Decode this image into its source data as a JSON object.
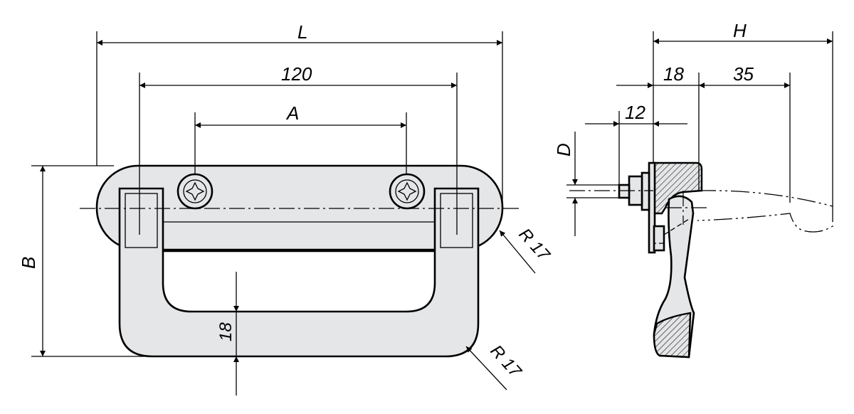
{
  "front_view": {
    "dim_L": "L",
    "dim_120": "120",
    "dim_A": "A",
    "dim_B": "B",
    "dim_18": "18",
    "radius_top": "R 17",
    "radius_bottom": "R 17"
  },
  "side_view": {
    "dim_H": "H",
    "dim_18": "18",
    "dim_35": "35",
    "dim_12": "12",
    "dim_D": "D"
  },
  "colors": {
    "part_fill": "#e4e6e7",
    "line": "#000000"
  }
}
